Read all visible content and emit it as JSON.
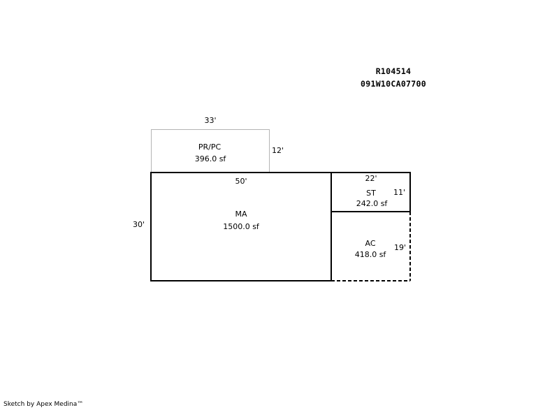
{
  "header": {
    "parcel_id": "R104514",
    "map_id": "091W10CA07700"
  },
  "areas": [
    {
      "key": "prpc",
      "name": "PR/PC",
      "size": "396.0 sf",
      "width_label": "33'",
      "height_label": "12'"
    },
    {
      "key": "ma",
      "name": "MA",
      "size": "1500.0 sf",
      "width_label": "50'",
      "height_label": "30'"
    },
    {
      "key": "st",
      "name": "ST",
      "size": "242.0 sf",
      "width_label": "22'",
      "height_label": "11'"
    },
    {
      "key": "ac",
      "name": "AC",
      "size": "418.0 sf",
      "height_label": "19'"
    }
  ],
  "footer": {
    "credit": "Sketch by Apex Medina™"
  }
}
